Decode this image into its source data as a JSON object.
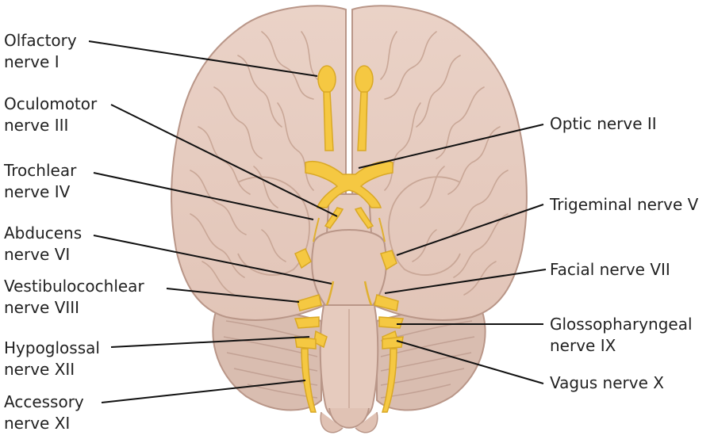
{
  "diagram": {
    "colors": {
      "brain_fill": "#e8cdc1",
      "brain_outline": "#b99688",
      "cerebellum_fill": "#d8bbae",
      "nerve_fill": "#f5c842",
      "nerve_outline": "#d9a825",
      "leader_line": "#111111"
    },
    "labels": {
      "olfactory": {
        "line1": "Olfactory",
        "line2": "nerve I"
      },
      "oculomotor": {
        "line1": "Oculomotor",
        "line2": "nerve III"
      },
      "trochlear": {
        "line1": "Trochlear",
        "line2": "nerve IV"
      },
      "abducens": {
        "line1": "Abducens",
        "line2": "nerve VI"
      },
      "vestibulocochlear": {
        "line1": "Vestibulocochlear",
        "line2": "nerve VIII"
      },
      "hypoglossal": {
        "line1": "Hypoglossal",
        "line2": "nerve XII"
      },
      "accessory": {
        "line1": "Accessory",
        "line2": "nerve XI"
      },
      "optic": {
        "line1": "Optic nerve II"
      },
      "trigeminal": {
        "line1": "Trigeminal nerve V"
      },
      "facial": {
        "line1": "Facial nerve VII"
      },
      "glossopharyngeal": {
        "line1": "Glossopharyngeal",
        "line2": "nerve IX"
      },
      "vagus": {
        "line1": "Vagus nerve X"
      }
    }
  }
}
